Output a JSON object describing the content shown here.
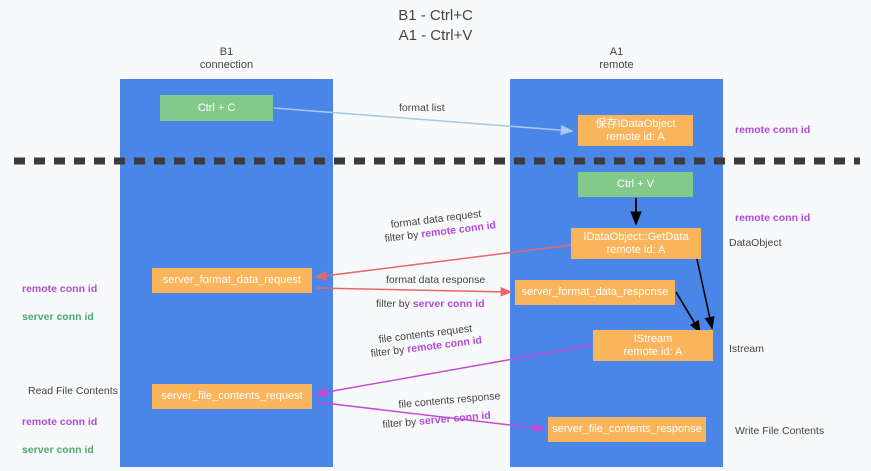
{
  "title": "B1 - Ctrl+C\nA1 - Ctrl+V",
  "lanes": [
    {
      "name": "b1",
      "header": "B1\nconnection",
      "color": "#4a86e8"
    },
    {
      "name": "a1",
      "header": "A1\nremote",
      "color": "#4a86e8"
    }
  ],
  "colors": {
    "lane_blue": "#4a86e8",
    "node_green": "#82c98a",
    "node_orange": "#f9b45c",
    "purple_text": "#b14ad6",
    "green_text": "#4aa96c",
    "divider": "#3c3c3c",
    "arrow_blue": "#a8c8ec",
    "arrow_red": "#e8666a",
    "arrow_magenta": "#c44bd6",
    "arrow_black": "#000000",
    "background": "#f8f9fa"
  },
  "nodes": {
    "ctrl_c": "Ctrl + C",
    "idataobject": "保存IDataObject\nremote id: A",
    "ctrl_v": "Ctrl + V",
    "getdata": "IDataObject::GetData\nremote id: A",
    "server_format_data_request": "server_format_data_request",
    "server_format_data_response": "server_format_data_response",
    "istream": "IStream\nremote id: A",
    "server_file_contents_request": "server_file_contents_request",
    "server_file_contents_response": "server_file_contents_response"
  },
  "side_labels": {
    "remote_conn_id_top": "remote conn id",
    "remote_conn_id_mid": "remote conn id",
    "dataobject": "DataObject",
    "istream": "Istream",
    "write_file_contents": "Write File Contents",
    "read_file_contents": "Read File Contents",
    "remote_conn_id": "remote conn id",
    "server_conn_id": "server conn id"
  },
  "edges": {
    "format_list": "format list",
    "format_data_request": "format data request",
    "format_data_request_filter_prefix": "filter by ",
    "format_data_request_filter_value": "remote conn id",
    "format_data_response": "format data response",
    "format_data_response_filter_prefix": "filter by ",
    "format_data_response_filter_value": "server conn id",
    "file_contents_request": "file contents request",
    "file_contents_request_filter_prefix": "filter by ",
    "file_contents_request_filter_value": "remote conn id",
    "file_contents_response": "file contents response",
    "file_contents_response_filter_prefix": "filter by ",
    "file_contents_response_filter_value": "server conn id"
  }
}
